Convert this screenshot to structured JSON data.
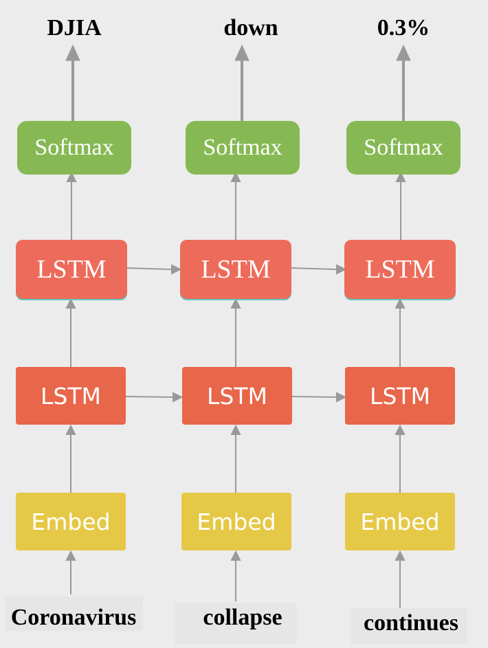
{
  "outputs": [
    "DJIA",
    "down",
    "0.3%"
  ],
  "inputs": [
    "Coronavirus",
    "collapse",
    "continues"
  ],
  "layers": {
    "softmax": "Softmax",
    "lstm_top": "LSTM",
    "lstm_bottom": "LSTM",
    "embed": "Embed"
  },
  "colors": {
    "softmax": "#86b954",
    "lstm_top": "#ed6b5a",
    "lstm_bottom": "#e8664a",
    "embed": "#e5c846",
    "arrow": "#999999"
  }
}
